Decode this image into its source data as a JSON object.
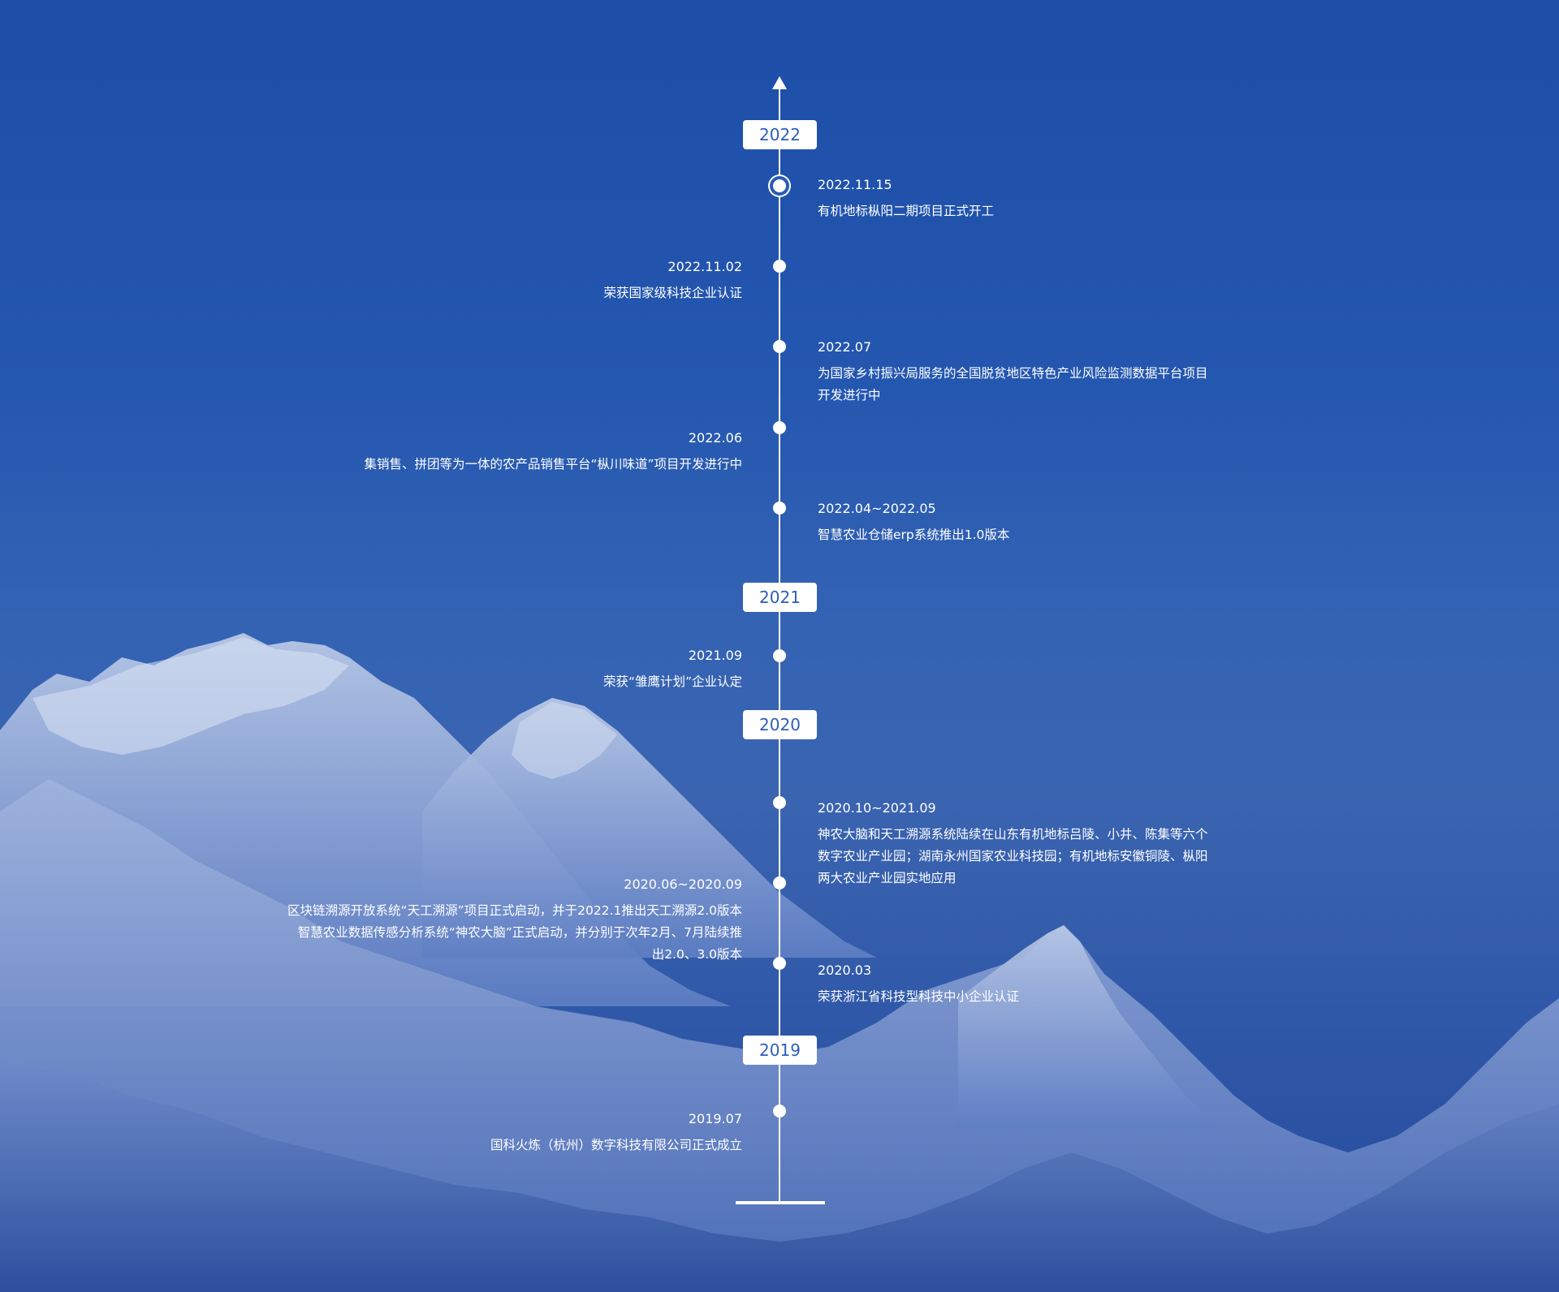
{
  "colors": {
    "background_top": "#1d4ea8",
    "background_bottom": "#26499a",
    "axis": "#ffffff",
    "badge_background": "#ffffff",
    "badge_text": "#2d5fb7",
    "text": "#ffffff"
  },
  "icons": {
    "axis_top": "arrow-up-icon",
    "node": "circle-dot-icon",
    "current_node": "ring-dot-icon"
  },
  "years": [
    "2022",
    "2021",
    "2020",
    "2019"
  ],
  "events": [
    {
      "date": "2022.11.15",
      "description": "有机地标枞阳二期项目正式开工"
    },
    {
      "date": "2022.11.02",
      "description": "荣获国家级科技企业认证"
    },
    {
      "date": "2022.07",
      "description": "为国家乡村振兴局服务的全国脱贫地区特色产业风险监测数据平台项目开发进行中"
    },
    {
      "date": "2022.06",
      "description": "集销售、拼团等为一体的农产品销售平台“枞川味道”项目开发进行中"
    },
    {
      "date": "2022.04~2022.05",
      "description": "智慧农业仓储erp系统推出1.0版本"
    },
    {
      "date": "2021.09",
      "description": "荣获“雏鹰计划”企业认定"
    },
    {
      "date": "2020.10~2021.09",
      "description": "神农大脑和天工溯源系统陆续在山东有机地标吕陵、小井、陈集等六个数字农业产业园；湖南永州国家农业科技园；有机地标安徽铜陵、枞阳两大农业产业园实地应用"
    },
    {
      "date": "2020.06~2020.09",
      "description": "区块链溯源开放系统“天工溯源”项目正式启动，并于2022.1推出天工溯源2.0版本智慧农业数据传感分析系统“神农大脑”正式启动，并分别于次年2月、7月陆续推出2.0、3.0版本"
    },
    {
      "date": "2020.03",
      "description": "荣获浙江省科技型科技中小企业认证"
    },
    {
      "date": "2019.07",
      "description": "国科火炼（杭州）数字科技有限公司正式成立"
    }
  ]
}
